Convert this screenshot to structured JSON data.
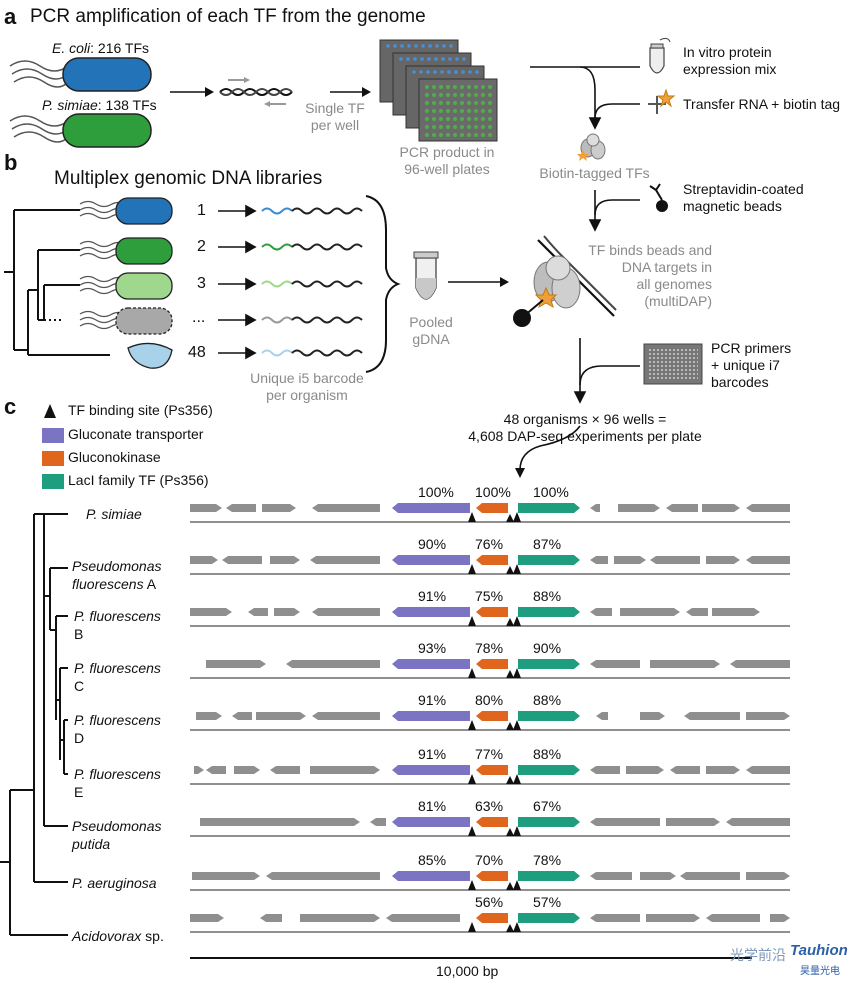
{
  "panel_a": {
    "letter": "a",
    "title": "PCR amplification of each TF from the genome",
    "organisms": [
      {
        "name": "E. coli",
        "count": ": 216 TFs"
      },
      {
        "name": "P. simiae",
        "count": ": 138 TFs"
      }
    ],
    "single_tf": "Single TF\nper well",
    "pcr_product": "PCR product in\n96-well plates",
    "in_vitro": "In vitro protein\nexpression mix",
    "transfer_rna": "Transfer RNA + biotin tag",
    "biotin_tagged": "Biotin-tagged TFs",
    "streptavidin": "Streptavidin-coated\nmagnetic beads"
  },
  "panel_b": {
    "letter": "b",
    "title": "Multiplex genomic DNA libraries",
    "library_numbers": [
      "1",
      "2",
      "3",
      "...",
      "48"
    ],
    "pooled": "Pooled\ngDNA",
    "barcode": "Unique i5 barcode\nper organism",
    "multidap": "TF binds beads and\nDNA targets in\nall genomes\n(multiDAP)",
    "pcr_primers": "PCR primers\n+ unique i7\nbarcodes",
    "experiments": "48 organisms × 96 wells =\n4,608 DAP-seq experiments per plate"
  },
  "panel_c": {
    "letter": "c",
    "legend": [
      {
        "label": "TF binding site (Ps356)",
        "color": "#111111",
        "icon": "peak-icon"
      },
      {
        "label": "Gluconate transporter",
        "color": "#7b74c2"
      },
      {
        "label": "Gluconokinase",
        "color": "#e0661e"
      },
      {
        "label": "LacI family TF (Ps356)",
        "color": "#1e9e7e"
      }
    ],
    "scale_label": "10,000 bp",
    "rows": [
      {
        "species": "P. simiae",
        "suffix": "",
        "p1": "100%",
        "p2": "100%",
        "p3": "100%"
      },
      {
        "species": "Pseudomonas fluorescens",
        "suffix": "A",
        "p1": "90%",
        "p2": "76%",
        "p3": "87%"
      },
      {
        "species": "P. fluorescens",
        "suffix": "B",
        "p1": "91%",
        "p2": "75%",
        "p3": "88%"
      },
      {
        "species": "P. fluorescens",
        "suffix": "C",
        "p1": "93%",
        "p2": "78%",
        "p3": "90%"
      },
      {
        "species": "P. fluorescens",
        "suffix": "D",
        "p1": "91%",
        "p2": "80%",
        "p3": "88%"
      },
      {
        "species": "P. fluorescens",
        "suffix": "E",
        "p1": "91%",
        "p2": "77%",
        "p3": "88%"
      },
      {
        "species": "Pseudomonas putida",
        "suffix": "",
        "p1": "81%",
        "p2": "63%",
        "p3": "67%"
      },
      {
        "species": "P. aeruginosa",
        "suffix": "",
        "p1": "85%",
        "p2": "70%",
        "p3": "78%"
      },
      {
        "species": "Acidovorax",
        "suffix": "sp.",
        "p1": "",
        "p2": "56%",
        "p3": "57%"
      }
    ]
  },
  "watermark": {
    "text": "光学前沿",
    "brand": "Tauhion",
    "brand_sub": "昊量光电"
  },
  "colors": {
    "ecoli_blue": "#2373b8",
    "simiae_green": "#2e9e3c",
    "light_green": "#9fd88c",
    "grey_cell": "#a8a8a8",
    "light_blue": "#a8d2ea",
    "gene_grey": "#8f8f8f"
  }
}
